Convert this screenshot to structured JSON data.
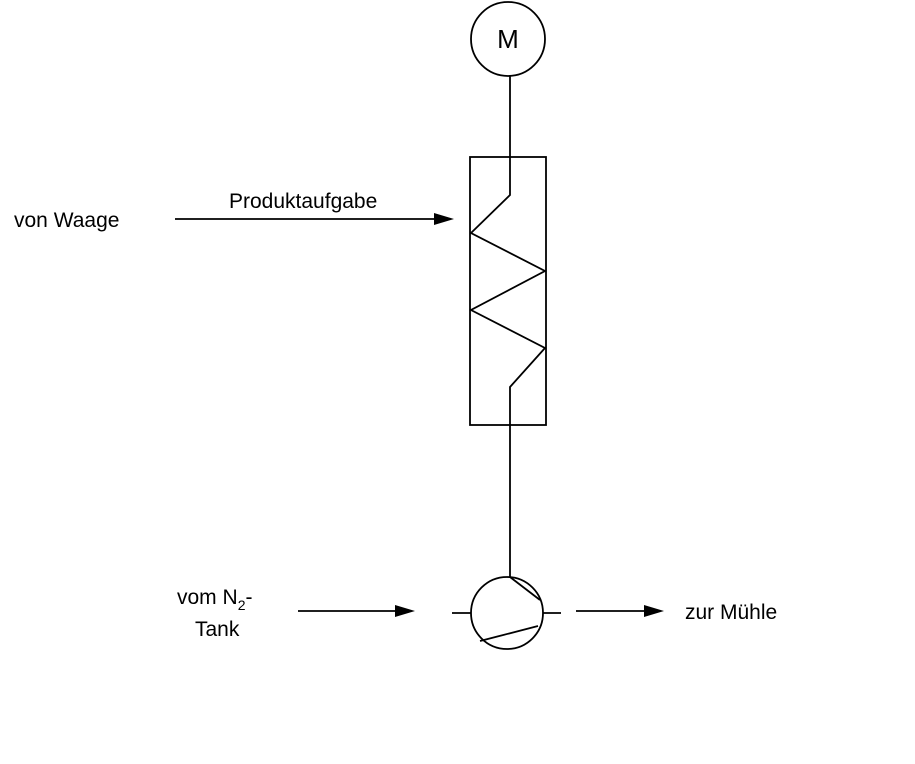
{
  "motor": {
    "label": "M"
  },
  "labels": {
    "from_scale": "von Waage",
    "product_feed": "Produktaufgabe",
    "from_n2_prefix": "vom N",
    "from_n2_subscript": "2",
    "from_n2_suffix": "-",
    "from_n2_tank": "Tank",
    "to_mill": "zur Mühle"
  },
  "colors": {
    "line": "#000000",
    "background": "#ffffff"
  }
}
